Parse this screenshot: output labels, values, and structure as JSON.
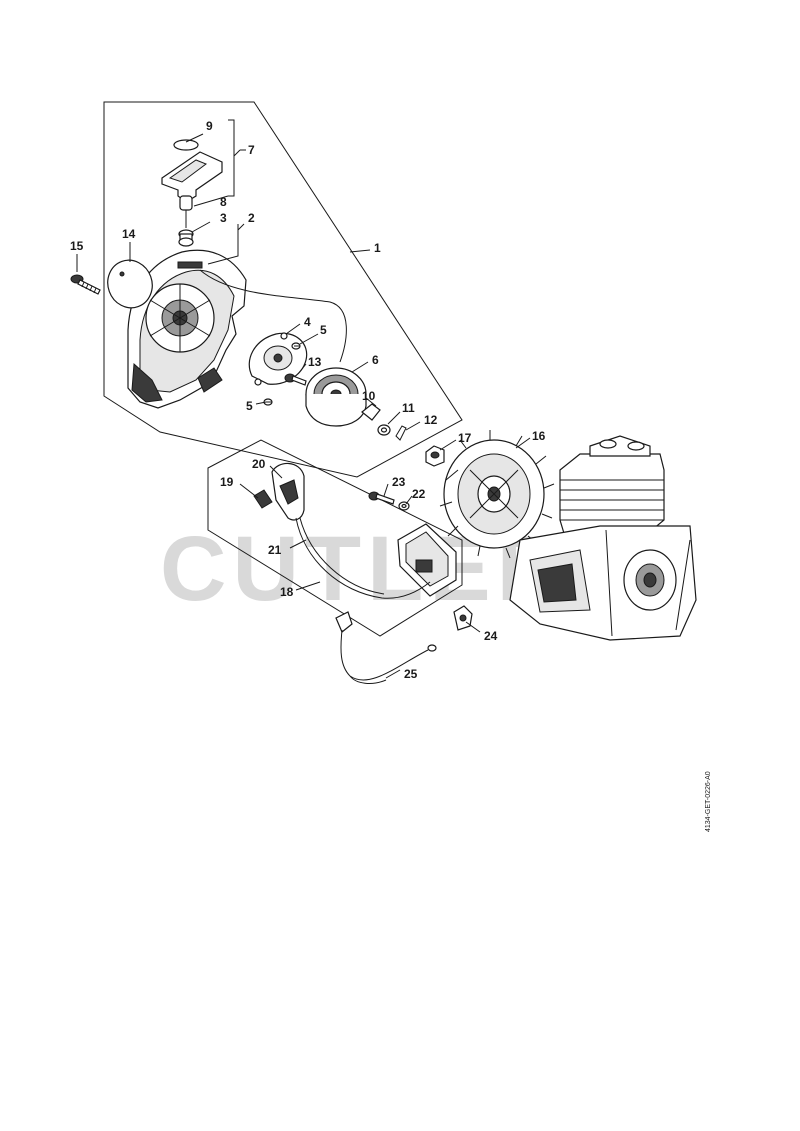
{
  "watermark_text": "CUTLERS",
  "document_id": "4134-GET-0226-A0",
  "callouts": {
    "c1": "1",
    "c2": "2",
    "c3": "3",
    "c4": "4",
    "c5a": "5",
    "c5b": "5",
    "c6": "6",
    "c7": "7",
    "c8": "8",
    "c9": "9",
    "c10": "10",
    "c11": "11",
    "c12": "12",
    "c13": "13",
    "c14": "14",
    "c15": "15",
    "c16": "16",
    "c17": "17",
    "c18": "18",
    "c19": "19",
    "c20": "20",
    "c21": "21",
    "c22": "22",
    "c23": "23",
    "c24": "24",
    "c25": "25"
  }
}
